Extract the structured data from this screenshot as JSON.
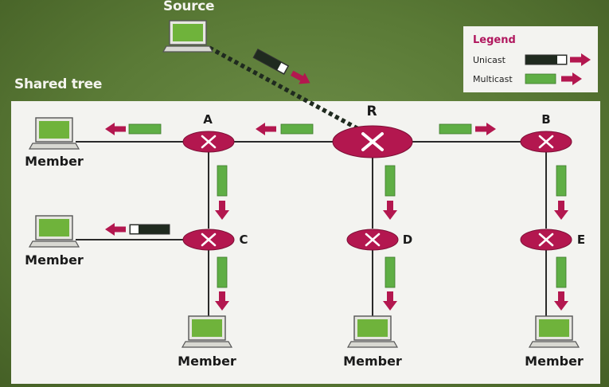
{
  "labels": {
    "source": "Source",
    "shared_tree": "Shared tree",
    "member": "Member"
  },
  "legend": {
    "title": "Legend",
    "unicast": "Unicast",
    "multicast": "Multicast"
  },
  "routers": {
    "R": "R",
    "A": "A",
    "B": "B",
    "C": "C",
    "D": "D",
    "E": "E"
  },
  "colors": {
    "router": "#b3174f",
    "arrow": "#b3174f",
    "multicast_packet": "#5fae45",
    "unicast_packet": "#1f2a1f",
    "background": "#5a7a36",
    "panel": "#f3f3f0",
    "legend_title": "#b0175e"
  },
  "icons": {
    "computer": "computer-icon",
    "router": "router-icon",
    "arrow": "arrow-right-icon"
  }
}
